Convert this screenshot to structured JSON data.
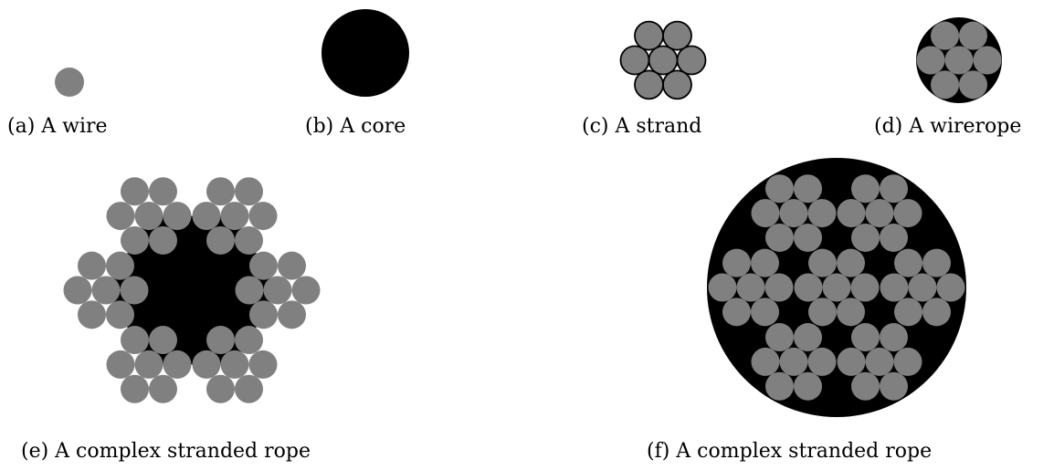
{
  "colors": {
    "wire": "#808080",
    "core": "#000000",
    "outline": "#000000",
    "background": "#ffffff"
  },
  "captions": {
    "a": "(a) A wire",
    "b": "(b) A core",
    "c": "(c) A strand",
    "d": "(d) A wirerope",
    "e": "(e) A complex stranded rope",
    "f": "(f) A complex stranded rope"
  }
}
